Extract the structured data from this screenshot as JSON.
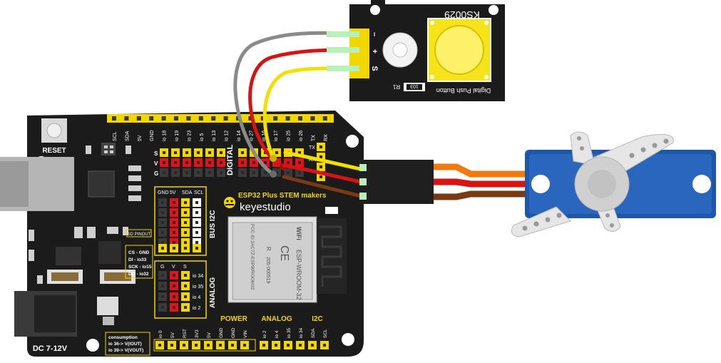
{
  "colors": {
    "pcb": "#1b1b1b",
    "header_yellow": "#f2d600",
    "header_red": "#e2141b",
    "header_white": "#ffffff",
    "wire_gray": "#8a8a8a",
    "wire_red": "#d61414",
    "wire_yellow": "#f4e000",
    "wire_brown": "#7a3a12",
    "wire_orange": "#f07a10",
    "servo_blue": "#1e56a8",
    "module_yellow": "#f7e31a"
  },
  "board": {
    "reset_label": "RESET",
    "dc_label": "DC 7-12V",
    "title": "ESP32 Plus STEM  makers",
    "brand": "keyestudio",
    "digital_label": "DIGITAL",
    "bus_i2c_label": "BUS I2C",
    "analog_side_label": "ANALOG",
    "power_label": "POWER",
    "analog_label": "ANALOG",
    "i2c_label": "I2C",
    "top_pins": [
      "SCL",
      "SDA",
      "5V",
      "GND",
      "io 18",
      "io 19",
      "io 23",
      "io 5",
      "io 13",
      "io 12",
      "io 14",
      "io 27",
      "io 16",
      "io 17",
      "io 25",
      "io 26",
      "TX",
      "RX"
    ],
    "svg_rows": [
      "S",
      "V",
      "G"
    ],
    "i2c_cols": [
      "GND",
      "5V",
      "SDA",
      "SCL"
    ],
    "analog_cols": [
      "G",
      "V",
      "S"
    ],
    "analog_pins": [
      "io 34",
      "io 35",
      "io 4",
      "io 2"
    ],
    "sd_title": "SD PINOUT",
    "sd_lines": [
      "CS - GND",
      "DI - io33",
      "SCK - io15",
      "DO - io32"
    ],
    "power_pins": [
      "io 0",
      "5V",
      "RST",
      "3V3",
      "5V",
      "GND",
      "GND",
      "VIN"
    ],
    "analog_bottom_pins": [
      "io 2",
      "io 4",
      "io 35",
      "io 34"
    ],
    "i2c_bottom_pins": [
      "SDA",
      "SCL"
    ],
    "consumption_lines": [
      "consumption",
      "io 36-> V(IOUT)",
      "io 39-> V(VOUT)"
    ],
    "tx_label": "TX",
    "rx_label": "RX"
  },
  "esp_module": {
    "wifi_label": "WiFi",
    "model": "ESP-WROOM-32",
    "ce_mark": "CE",
    "fcc_line": "FCC ID:2AC7Z-ESPWROOM32",
    "r_code": "R",
    "cert_number": "205-000519"
  },
  "button_module": {
    "model": "KS0029",
    "pin_labels": [
      "–",
      "+",
      "S"
    ],
    "resistor_label": "R1",
    "resistor_value": "103",
    "name": "Digital Push Button"
  }
}
